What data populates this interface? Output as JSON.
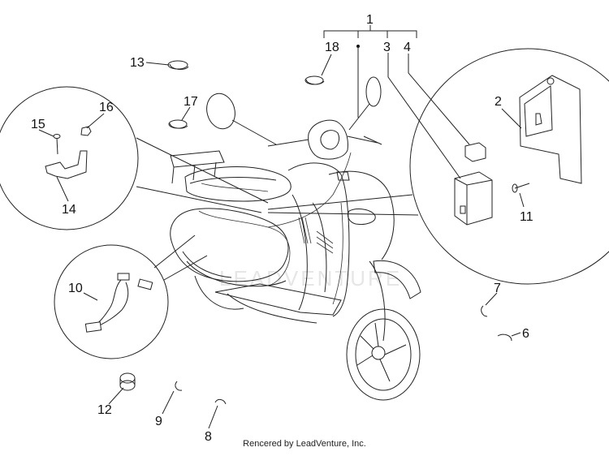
{
  "credit": "Rencered by LeadVenture, Inc.",
  "watermark": "LEADVENTURE",
  "callouts": {
    "n1": "1",
    "n2": "2",
    "n3": "3",
    "n4": "4",
    "n5": "15",
    "n6": "6",
    "n7": "7",
    "n8": "8",
    "n9": "9",
    "n10": "10",
    "n11": "11",
    "n12": "12",
    "n13": "13",
    "n14": "14",
    "n16": "16",
    "n17": "17",
    "n18": "18"
  }
}
